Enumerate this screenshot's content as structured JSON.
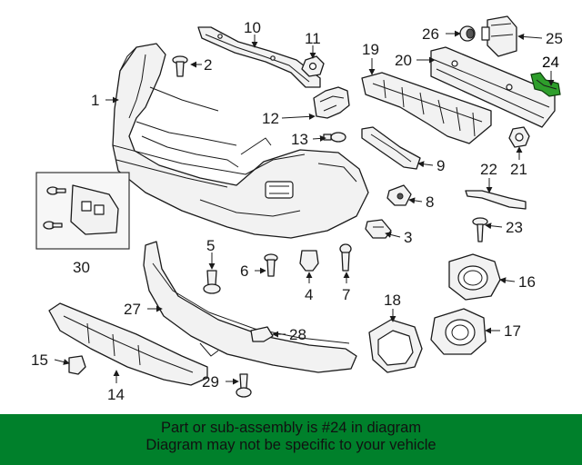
{
  "callouts": {
    "c1": "1",
    "c2": "2",
    "c3": "3",
    "c4": "4",
    "c5": "5",
    "c6": "6",
    "c7": "7",
    "c8": "8",
    "c9": "9",
    "c10": "10",
    "c11": "11",
    "c12": "12",
    "c13": "13",
    "c14": "14",
    "c15": "15",
    "c16": "16",
    "c17": "17",
    "c18": "18",
    "c19": "19",
    "c20": "20",
    "c21": "21",
    "c22": "22",
    "c23": "23",
    "c24": "24",
    "c25": "25",
    "c26": "26",
    "c27": "27",
    "c28": "28",
    "c29": "29",
    "c30": "30"
  },
  "highlighted_part": "24",
  "colors": {
    "highlight": "#2e9e2b",
    "banner_bg": "#00802b",
    "text": "#1a1a1a"
  },
  "banner": {
    "line1": "Part or sub-assembly is #24 in diagram",
    "line2": "Diagram may not be specific to your vehicle"
  }
}
